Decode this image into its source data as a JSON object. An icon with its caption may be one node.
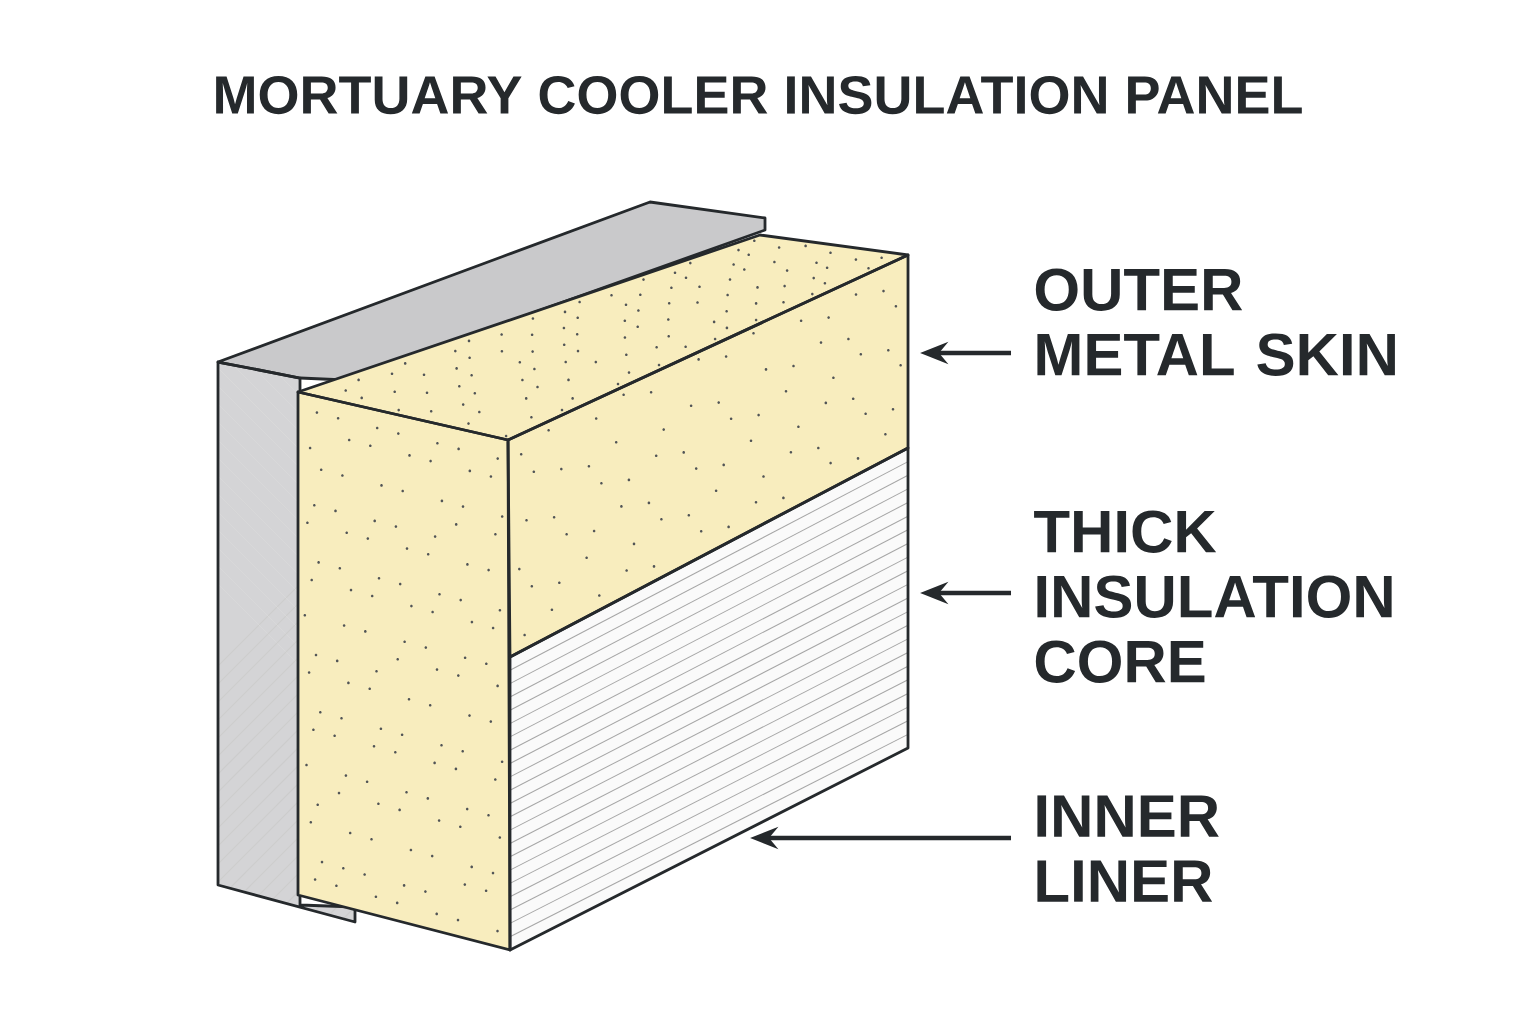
{
  "diagram": {
    "title": "MORTUARY COOLER INSULATION PANEL",
    "nodes": [
      {
        "text": [
          "OUTER METAL SKIN"
        ]
      },
      {
        "text": [
          "THICK INSULATION CORE"
        ]
      },
      {
        "text": [
          "INNER LINER"
        ]
      }
    ],
    "edges": [
      {
        "from": 0,
        "to": null,
        "arrow": "to"
      },
      {
        "from": 1,
        "to": null,
        "arrow": "to"
      },
      {
        "from": 2,
        "to": null,
        "arrow": "to"
      }
    ]
  }
}
